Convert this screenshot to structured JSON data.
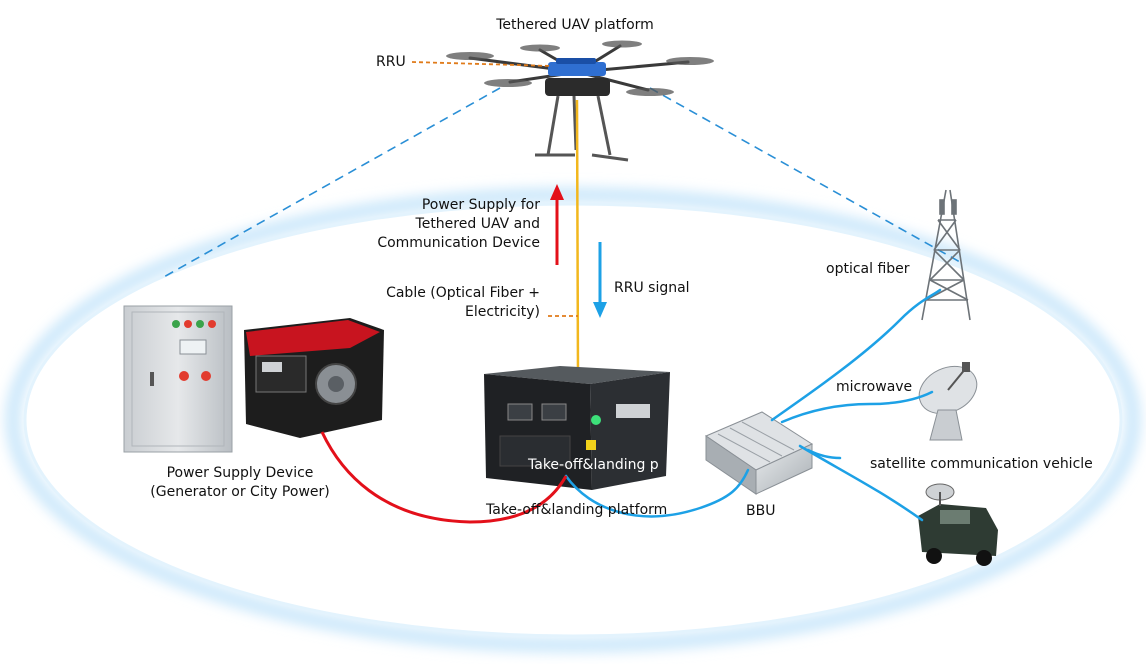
{
  "title": "Tethered UAV platform",
  "labels": {
    "rru": "RRU",
    "power_supply_line1": "Power Supply for",
    "power_supply_line2": "Tethered UAV and",
    "power_supply_line3": "Communication Device",
    "cable_line1": "Cable (Optical Fiber +",
    "cable_line2": "Electricity)",
    "rru_signal": "RRU signal",
    "optical_fiber": "optical fiber",
    "microwave": "microwave",
    "satellite_vehicle": "satellite communication vehicle",
    "power_device_line1": "Power Supply Device",
    "power_device_line2": "(Generator or City Power)",
    "platform_inner": "Take-off&landing p",
    "platform": "Take-off&landing platform",
    "bbu": "BBU"
  },
  "colors": {
    "ellipse_glow": "#cfe9fb",
    "dashed_blue": "#2a8fd6",
    "fiber_blue": "#1da1e6",
    "power_red": "#e3101a",
    "tether_yellow": "#f2b71d",
    "leader_orange": "#e07b1a",
    "generator_red": "#c8141f",
    "cabinet_gray": "#d7dadd"
  },
  "icons": [
    "drone-icon",
    "generator-icon",
    "control-cabinet-icon",
    "flight-case-icon",
    "bbu-unit-icon",
    "cell-tower-icon",
    "satellite-dish-icon",
    "jeep-vehicle-icon"
  ]
}
